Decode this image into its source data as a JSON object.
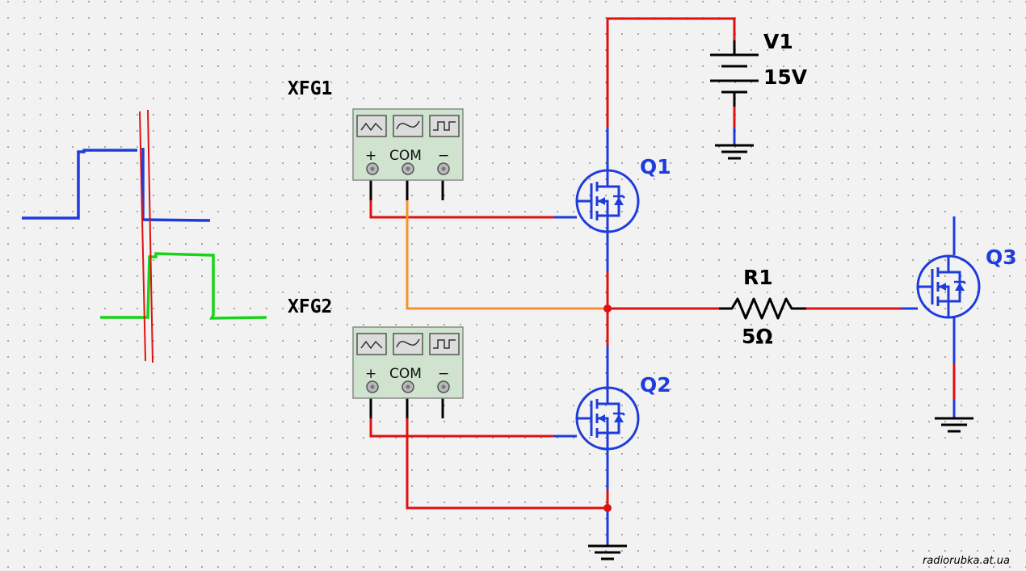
{
  "components": {
    "v1": {
      "name": "V1",
      "value": "15V"
    },
    "xfg1": {
      "name": "XFG1",
      "plus": "+",
      "com": "COM",
      "minus": "−"
    },
    "xfg2": {
      "name": "XFG2",
      "plus": "+",
      "com": "COM",
      "minus": "−"
    },
    "q1": {
      "name": "Q1"
    },
    "q2": {
      "name": "Q2"
    },
    "q3": {
      "name": "Q3"
    },
    "r1": {
      "name": "R1",
      "value": "5Ω"
    }
  },
  "watermark": "radiorubka.at.ua",
  "colors": {
    "wire_red": "#e01010",
    "wire_blue": "#1e3cdc",
    "wire_orange": "#f5922a",
    "waveform_green": "#18d418",
    "function_generator_body": "#cfe3cf",
    "junction": "#e01010"
  }
}
